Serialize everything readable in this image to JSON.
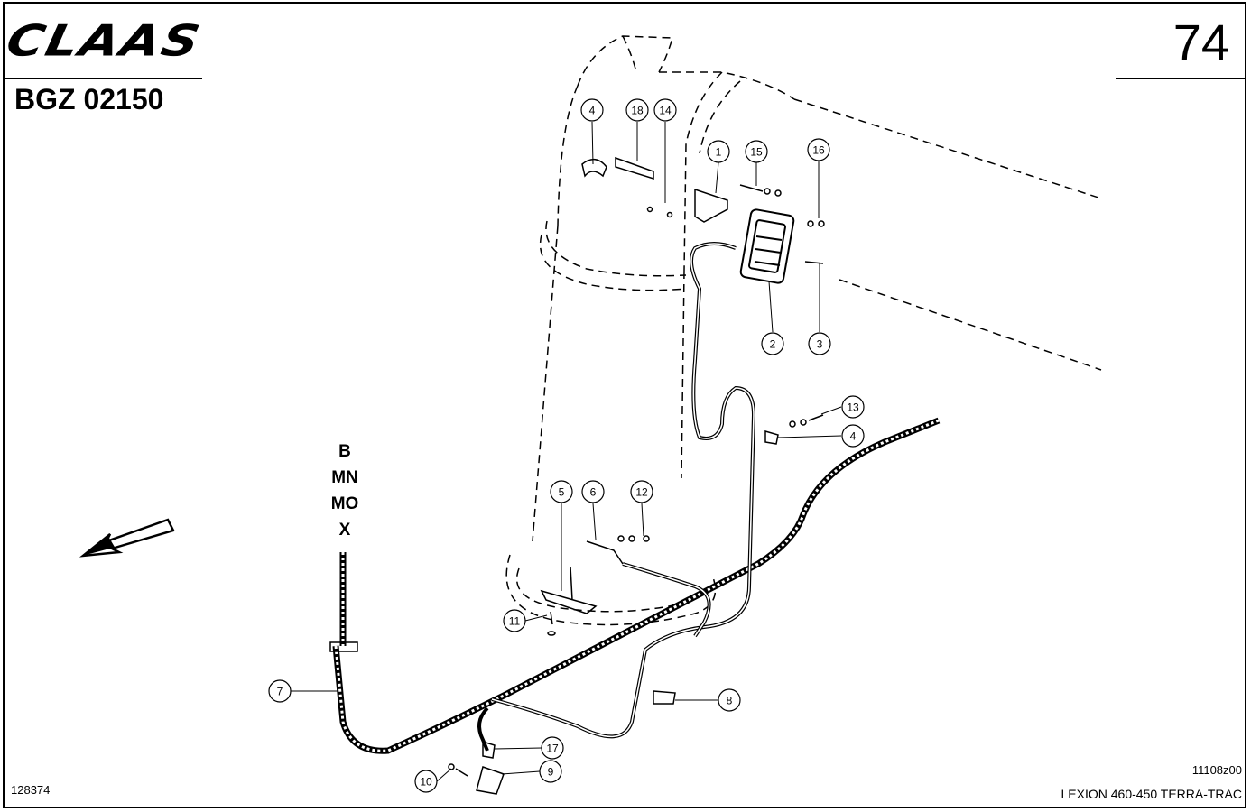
{
  "header": {
    "brand": "CLAAS",
    "sheet_code": "BGZ 02150",
    "page_number": "74"
  },
  "footer": {
    "drawing_id": "128374",
    "figure_ref": "11108z00",
    "model": "LEXION 460-450 TERRA-TRAC"
  },
  "variants": [
    "B",
    "MN",
    "MO",
    "X"
  ],
  "callouts": [
    "1",
    "2",
    "3",
    "4",
    "4",
    "5",
    "6",
    "7",
    "8",
    "9",
    "10",
    "11",
    "12",
    "13",
    "14",
    "15",
    "16",
    "17",
    "18"
  ],
  "colors": {
    "ink": "#000000",
    "paper": "#ffffff"
  },
  "icons": [
    "direction-arrow-icon"
  ]
}
